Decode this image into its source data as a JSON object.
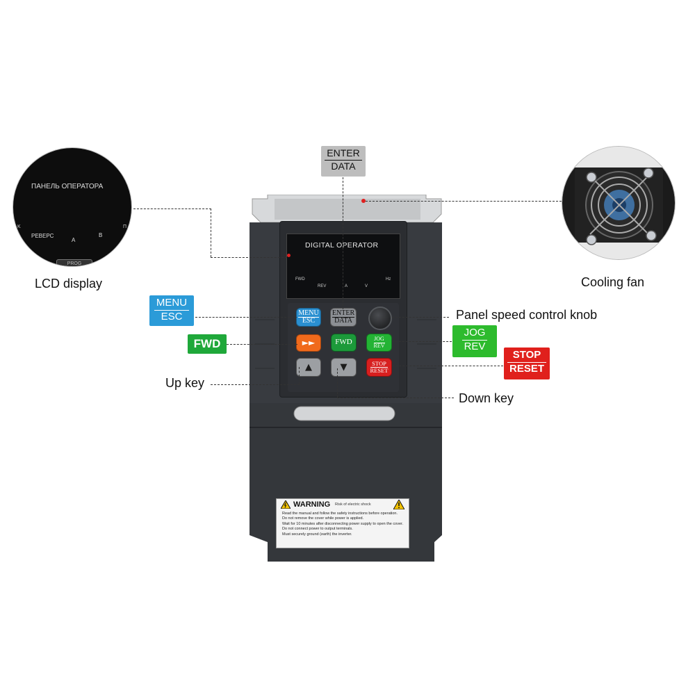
{
  "callouts": {
    "lcd_display": "LCD display",
    "cooling_fan": "Cooling fan",
    "speed_knob": "Panel speed control knob",
    "up_key": "Up key",
    "down_key": "Down key"
  },
  "tags": {
    "enter_top": "ENTER",
    "enter_bot": "DATA",
    "menu_top": "MENU",
    "menu_bot": "ESC",
    "fwd": "FWD",
    "jog_top": "JOG",
    "jog_bot": "REV",
    "stop_top": "STOP",
    "stop_bot": "RESET"
  },
  "lcd_zoom": {
    "title": "ПАНЕЛЬ ОПЕРАТОРА",
    "reverse": "РЕВЕРС",
    "a": "A",
    "b": "B",
    "edge_left": "K",
    "edge_right": "П",
    "bottom": "PROG"
  },
  "panel": {
    "title": "DIGITAL OPERATOR",
    "fwd": "FWD",
    "rev": "REV",
    "a": "A",
    "v": "V",
    "hz": "Hz",
    "keys": {
      "menu_top": "MENU",
      "menu_bot": "ESC",
      "enter_top": "ENTER",
      "enter_bot": "DATA",
      "run": "►►",
      "fwd": "FWD",
      "jog_top": "JOG",
      "jog_bot": "REV",
      "up": "▲",
      "down": "▼",
      "stop_top": "STOP",
      "stop_bot": "RESET"
    }
  },
  "warning": {
    "title": "WARNING",
    "subtitle": "Risk of electric shock",
    "lines": [
      "Read the manual and follow the safety instructions before operation.",
      "Do not remove the cover while power is applied.",
      "Wait for 10 minutes after disconnecting power supply to open the cover.",
      "Do not connect power to output terminals.",
      "Must securely ground (earth) the inverter."
    ]
  },
  "colors": {
    "menu_tag": "#2b9bd8",
    "fwd_tag": "#1fa83a",
    "jog_tag": "#2dbb2d",
    "stop_tag": "#e0201c",
    "enter_tag": "#bdbdbd",
    "body": "#34373b"
  }
}
